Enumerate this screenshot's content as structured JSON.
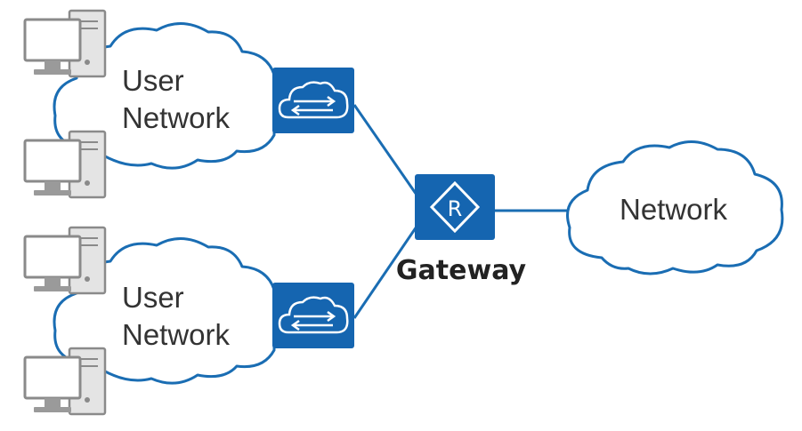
{
  "diagram": {
    "nodes": {
      "user_network_top": {
        "label_line1": "User",
        "label_line2": "Network"
      },
      "user_network_bottom": {
        "label_line1": "User",
        "label_line2": "Network"
      },
      "network": {
        "label": "Network"
      },
      "gateway": {
        "label": "Gateway",
        "icon_glyph": "R"
      }
    },
    "icons": {
      "switch": "cloud-switch-icon",
      "router": "router-icon",
      "computer": "desktop-computer-icon"
    },
    "colors": {
      "accent": "#1565b0",
      "line": "#1a6db3",
      "computer_gray": "#8a8a8a"
    }
  }
}
